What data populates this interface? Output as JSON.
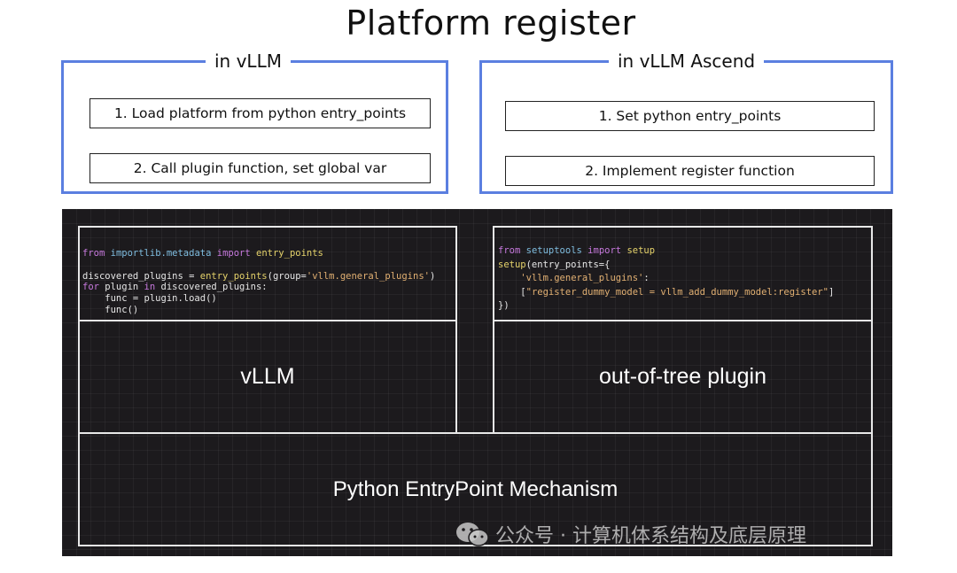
{
  "title": "Platform register",
  "vllm_box": {
    "title": "in vLLM",
    "steps": [
      "1. Load platform from python entry_points",
      "2. Call plugin function, set global var"
    ]
  },
  "ascend_box": {
    "title": "in vLLM Ascend",
    "steps": [
      "1. Set python entry_points",
      "2. Implement register function"
    ]
  },
  "vllm_code": {
    "l1_kw_from": "from",
    "l1_mod": "importlib.metadata",
    "l1_kw_import": "import",
    "l1_name": "entry_points",
    "l3_a": "discovered_plugins = ",
    "l3_fn": "entry_points",
    "l3_b": "(group=",
    "l3_str": "'vllm.general_plugins'",
    "l3_c": ")",
    "l4_kw_for": "for",
    "l4_a": " plugin ",
    "l4_kw_in": "in",
    "l4_b": " discovered_plugins:",
    "l5": "    func = plugin.load()",
    "l6": "    func()"
  },
  "plugin_code": {
    "l1_kw_from": "from",
    "l1_mod": "setuptools",
    "l1_kw_import": "import",
    "l1_fn": "setup",
    "l2_fn": "setup",
    "l2_a": "(entry_points={",
    "l3_str": "'vllm.general_plugins'",
    "l3_b": ":",
    "l4_a": "[",
    "l4_str": "\"register_dummy_model = vllm_add_dummy_model:register\"",
    "l4_b": "]",
    "l5": "})"
  },
  "labels": {
    "vllm": "vLLM",
    "plugin": "out-of-tree plugin",
    "mechanism": "Python EntryPoint  Mechanism"
  },
  "watermark": "公众号 · 计算机体系结构及底层原理",
  "colors": {
    "group_border": "#5b7fe0",
    "dark_bg": "#1c1a1d",
    "keyword": "#c678dd",
    "module": "#7fbde0",
    "function": "#e5d26a",
    "string": "#e2b072"
  }
}
